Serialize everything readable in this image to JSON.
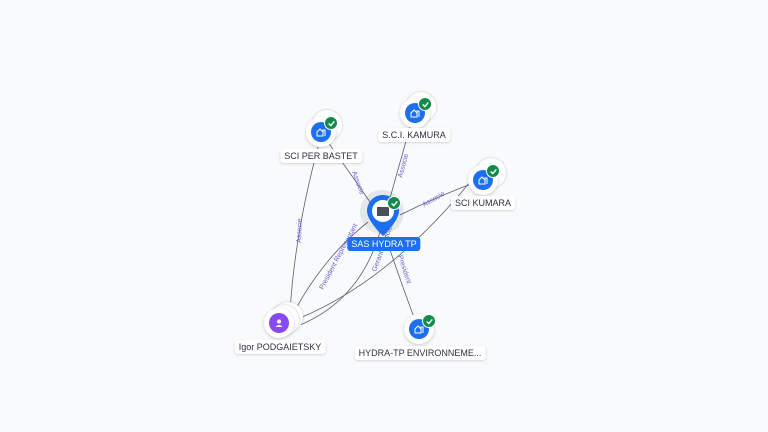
{
  "graph": {
    "center": {
      "label": "SAS HYDRA TP",
      "type": "company",
      "verified": true
    },
    "nodes": [
      {
        "id": "sci-per-bastet",
        "label": "SCI PER BASTET",
        "type": "company",
        "verified": true
      },
      {
        "id": "sci-kamura",
        "label": "S.C.I. KAMURA",
        "type": "company",
        "verified": true
      },
      {
        "id": "sci-kumara",
        "label": "SCI KUMARA",
        "type": "company",
        "verified": true
      },
      {
        "id": "igor",
        "label": "Igor PODGAIETSKY",
        "type": "person",
        "verified": false
      },
      {
        "id": "hydra-env",
        "label": "HYDRA-TP ENVIRONNEME...",
        "type": "company",
        "verified": true
      }
    ],
    "edges": [
      {
        "from": "sas-hydra-tp",
        "to": "sci-per-bastet",
        "label": "Associe"
      },
      {
        "from": "sas-hydra-tp",
        "to": "sci-kamura",
        "label": "Associe"
      },
      {
        "from": "sas-hydra-tp",
        "to": "sci-kumara",
        "label": "Associe"
      },
      {
        "from": "igor",
        "to": "sci-per-bastet",
        "label": "Associe"
      },
      {
        "from": "igor",
        "to": "sas-hydra-tp",
        "label": "President Representant"
      },
      {
        "from": "igor",
        "to": "sas-hydra-tp",
        "label": "Gerant Associe"
      },
      {
        "from": "sas-hydra-tp",
        "to": "hydra-env",
        "label": "President"
      }
    ]
  },
  "colors": {
    "company": "#1d6ff2",
    "person": "#8a4af3",
    "verified": "#138a4b",
    "edge": "#5a5f70",
    "edge_label": "#6b5fd6"
  }
}
